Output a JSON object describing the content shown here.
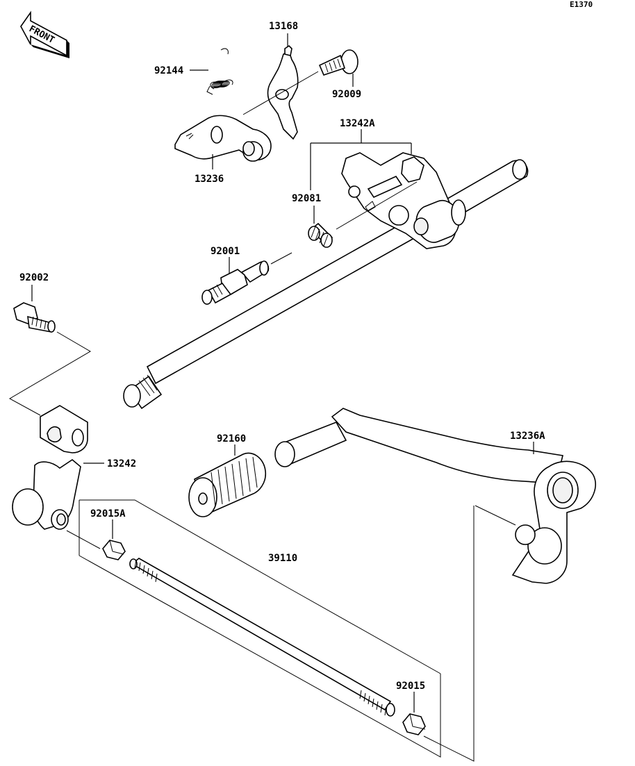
{
  "diagram_code": "E1370",
  "front_label": "FRONT",
  "parts": {
    "p13168": "13168",
    "p92144": "92144",
    "p92009": "92009",
    "p13236": "13236",
    "p13242A": "13242A",
    "p92081": "92081",
    "p92001": "92001",
    "p92002": "92002",
    "p13242": "13242",
    "p92160": "92160",
    "p13236A": "13236A",
    "p92015A": "92015A",
    "p39110": "39110",
    "p92015": "92015"
  }
}
